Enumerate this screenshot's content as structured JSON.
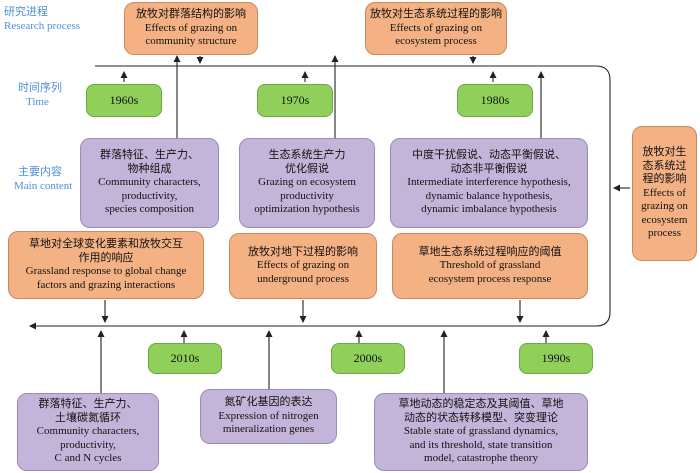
{
  "sides": {
    "research": [
      "研究进程",
      "Research process"
    ],
    "time": [
      "时间序列",
      "Time"
    ],
    "content": [
      "主要内容",
      "Main content"
    ]
  },
  "decades": [
    "1960s",
    "1970s",
    "1980s",
    "2010s",
    "2000s",
    "1990s"
  ],
  "topics": {
    "community_structure": [
      "放牧对群落结构的影响",
      "Effects of grazing on",
      "community structure"
    ],
    "ecosystem_process": [
      "放牧对生态系统过程的影响",
      "Effects of grazing on",
      "ecosystem process"
    ],
    "right_effects": [
      "放牧对生",
      "态系统过",
      "程的影响",
      "Effects of",
      "grazing on",
      "ecosystem",
      "process"
    ]
  },
  "contents": {
    "c1960": [
      "群落特征、生产力、",
      "物种组成",
      "Community characters,",
      "productivity,",
      "species composition"
    ],
    "c1970": [
      "生态系统生产力",
      "优化假说",
      "Grazing on ecosystem",
      "productivity",
      "optimization hypothesis"
    ],
    "c1980": [
      "中度干扰假说、动态平衡假说、",
      "动态非平衡假说",
      "Intermediate interference hypothesis,",
      "dynamic balance hypothesis,",
      "dynamic imbalance hypothesis"
    ],
    "global": [
      "草地对全球变化要素和放牧交互",
      "作用的响应",
      "Grassland response to global change",
      "factors and grazing interactions"
    ],
    "underground": [
      "放牧对地下过程的影响",
      "Effects of grazing on",
      "underground process"
    ],
    "threshold": [
      "草地生态系统过程响应的阈值",
      "Threshold of grassland",
      "ecosystem process response"
    ],
    "cn": [
      "群落特征、生产力、",
      "土壤碳氮循环",
      "Community characters,",
      "productivity,",
      "C and N cycles"
    ],
    "nitrogen": [
      "氮矿化基因的表达",
      "Expression of nitrogen",
      "mineralization genes"
    ],
    "stable": [
      "草地动态的稳定态及其阈值、草地",
      "动态的状态转移模型、突变理论",
      "Stable state of grassland dynamics,",
      "and its threshold, state transition",
      "model, catastrophe theory"
    ]
  }
}
